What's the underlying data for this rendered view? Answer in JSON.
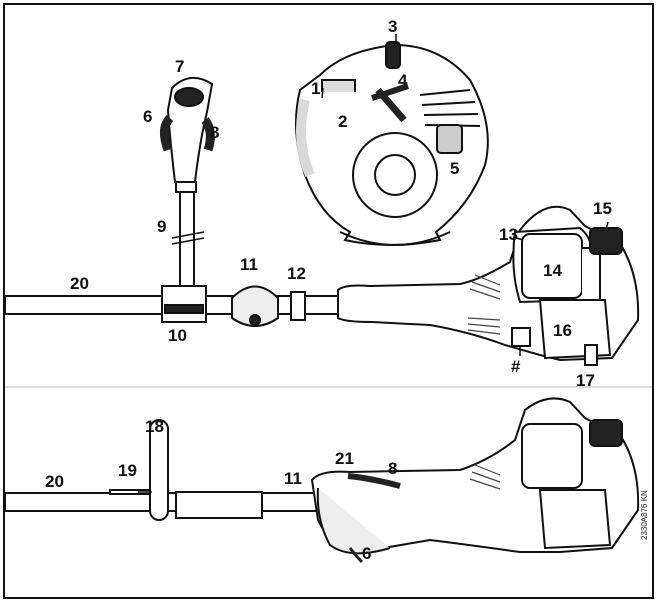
{
  "diagram": {
    "labels": [
      "1",
      "2",
      "3",
      "4",
      "5",
      "6",
      "7",
      "8",
      "9",
      "10",
      "11",
      "12",
      "13",
      "14",
      "15",
      "16",
      "17",
      "18",
      "19",
      "20",
      "#",
      "20",
      "11",
      "21",
      "8",
      "6"
    ],
    "drawing_code": "2330A876 KN",
    "colors": {
      "line": "#111111",
      "shade": "#d9d9d9",
      "dark": "#222222"
    }
  }
}
